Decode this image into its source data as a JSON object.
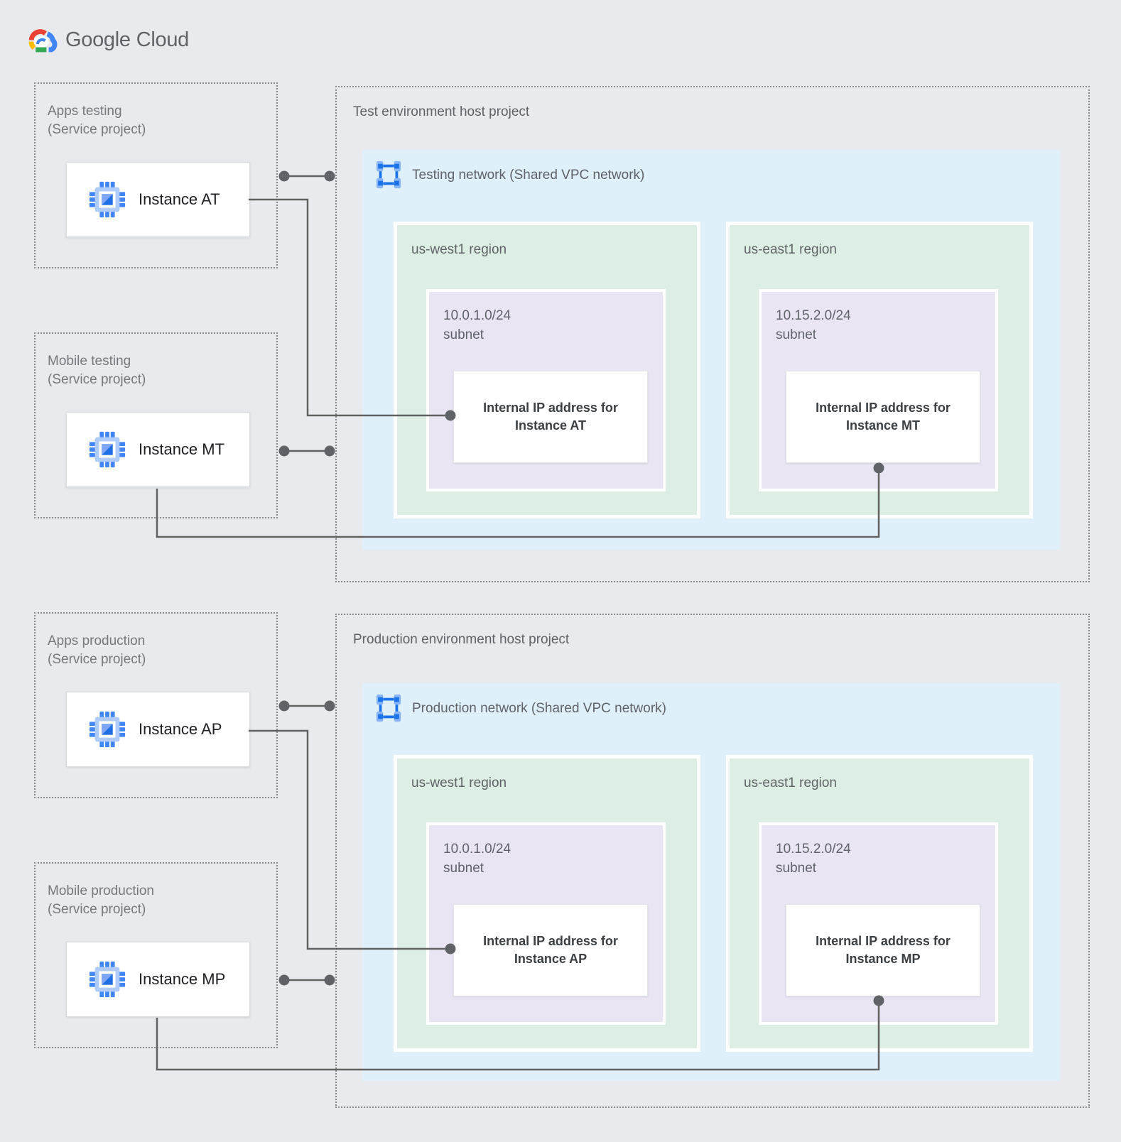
{
  "logo": {
    "brand": "Google",
    "product": "Cloud"
  },
  "colors": {
    "background": "#e8eaed",
    "network_fill": "#dff0fb",
    "region_fill": "#ddefe4",
    "subnet_fill": "#eae5f3",
    "card_fill": "#ffffff",
    "dashed_border": "#84898e",
    "connector": "#616161",
    "label_gray": "#5f6368",
    "google_blue": "#4285F4",
    "google_red": "#EA4335",
    "google_yellow": "#FBBC04",
    "google_green": "#34A853",
    "icon_dark_blue": "#1a73e8",
    "icon_light_blue": "#8ab4f8",
    "icon_pale_blue": "#aecbfa"
  },
  "service_projects": [
    {
      "title": "Apps testing",
      "subtitle": "(Service project)",
      "instance_label": "Instance AT"
    },
    {
      "title": "Mobile testing",
      "subtitle": "(Service project)",
      "instance_label": "Instance MT"
    },
    {
      "title": "Apps production",
      "subtitle": "(Service project)",
      "instance_label": "Instance AP"
    },
    {
      "title": "Mobile production",
      "subtitle": "(Service project)",
      "instance_label": "Instance MP"
    }
  ],
  "host_projects": [
    {
      "title": "Test environment host project",
      "network_label": "Testing network (Shared VPC network)",
      "regions": [
        {
          "name": "us-west1 region",
          "subnet_cidr": "10.0.1.0/24",
          "subnet_label": "subnet",
          "ip_line1": "Internal IP address for",
          "ip_line2": "Instance AT"
        },
        {
          "name": "us-east1 region",
          "subnet_cidr": "10.15.2.0/24",
          "subnet_label": "subnet",
          "ip_line1": "Internal IP address for",
          "ip_line2": "Instance MT"
        }
      ]
    },
    {
      "title": "Production environment host project",
      "network_label": "Production network (Shared VPC network)",
      "regions": [
        {
          "name": "us-west1 region",
          "subnet_cidr": "10.0.1.0/24",
          "subnet_label": "subnet",
          "ip_line1": "Internal IP address for",
          "ip_line2": "Instance AP"
        },
        {
          "name": "us-east1 region",
          "subnet_cidr": "10.15.2.0/24",
          "subnet_label": "subnet",
          "ip_line1": "Internal IP address for",
          "ip_line2": "Instance MP"
        }
      ]
    }
  ]
}
